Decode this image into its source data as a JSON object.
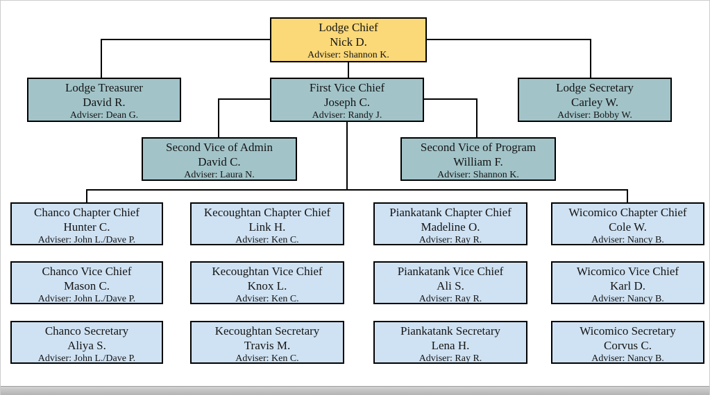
{
  "org_chart": {
    "colors": {
      "chief_fill": "#FBD878",
      "officer_fill": "#A2C4C9",
      "chapter_fill": "#CFE2F3",
      "border": "#000000",
      "connector": "#000000"
    },
    "nodes": [
      {
        "title": "Lodge Chief",
        "person": "Nick D.",
        "adviser": "Adviser: Shannon K.",
        "level": "chief"
      },
      {
        "title": "Lodge Treasurer",
        "person": "David R.",
        "adviser": "Adviser: Dean G.",
        "level": "officer"
      },
      {
        "title": "First Vice Chief",
        "person": "Joseph C.",
        "adviser": "Adviser: Randy J.",
        "level": "officer"
      },
      {
        "title": "Lodge Secretary",
        "person": "Carley W.",
        "adviser": "Adviser: Bobby W.",
        "level": "officer"
      },
      {
        "title": "Second Vice of Admin",
        "person": "David C.",
        "adviser": "Adviser: Laura N.",
        "level": "officer"
      },
      {
        "title": "Second Vice of Program",
        "person": "William F.",
        "adviser": "Adviser: Shannon K.",
        "level": "officer"
      },
      {
        "title": "Chanco Chapter Chief",
        "person": "Hunter C.",
        "adviser": "Adviser: John L./Dave P.",
        "level": "chapter"
      },
      {
        "title": "Kecoughtan Chapter Chief",
        "person": "Link H.",
        "adviser": "Adviser: Ken C.",
        "level": "chapter"
      },
      {
        "title": "Piankatank Chapter Chief",
        "person": "Madeline O.",
        "adviser": "Adviser: Ray R.",
        "level": "chapter"
      },
      {
        "title": "Wicomico Chapter Chief",
        "person": "Cole W.",
        "adviser": "Adviser: Nancy B.",
        "level": "chapter"
      },
      {
        "title": "Chanco Vice Chief",
        "person": "Mason C.",
        "adviser": "Adviser: John L./Dave P.",
        "level": "chapter"
      },
      {
        "title": "Kecoughtan Vice Chief",
        "person": "Knox L.",
        "adviser": "Adviser: Ken C.",
        "level": "chapter"
      },
      {
        "title": "Piankatank Vice Chief",
        "person": "Ali S.",
        "adviser": "Adviser: Ray R.",
        "level": "chapter"
      },
      {
        "title": "Wicomico Vice Chief",
        "person": "Karl D.",
        "adviser": "Adviser: Nancy B.",
        "level": "chapter"
      },
      {
        "title": "Chanco Secretary",
        "person": "Aliya S.",
        "adviser": "Adviser: John L./Dave P.",
        "level": "chapter"
      },
      {
        "title": "Kecoughtan Secretary",
        "person": "Travis M.",
        "adviser": "Adviser: Ken C.",
        "level": "chapter"
      },
      {
        "title": "Piankatank Secretary",
        "person": "Lena H.",
        "adviser": "Adviser: Ray R.",
        "level": "chapter"
      },
      {
        "title": "Wicomico Secretary",
        "person": "Corvus C.",
        "adviser": "Adviser: Nancy B.",
        "level": "chapter"
      }
    ]
  }
}
